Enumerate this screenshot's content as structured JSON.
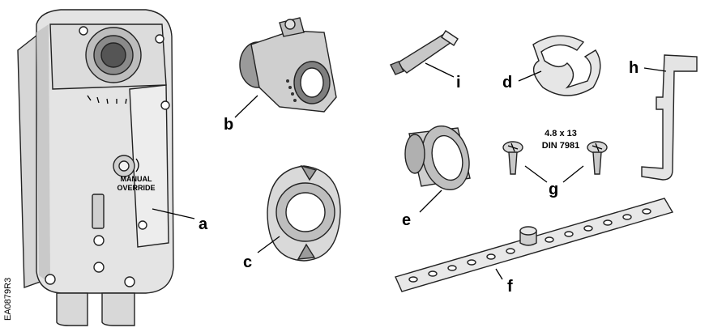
{
  "labels": {
    "a": "a",
    "b": "b",
    "c": "c",
    "d": "d",
    "e": "e",
    "f": "f",
    "g": "g",
    "h": "h",
    "i": "i"
  },
  "actuator_text": {
    "line1": "MANUAL",
    "line2": "OVERRIDE"
  },
  "screw_spec": {
    "line1": "4.8 x 13",
    "line2": "DIN 7981"
  },
  "figure_code": "EA0879R3"
}
